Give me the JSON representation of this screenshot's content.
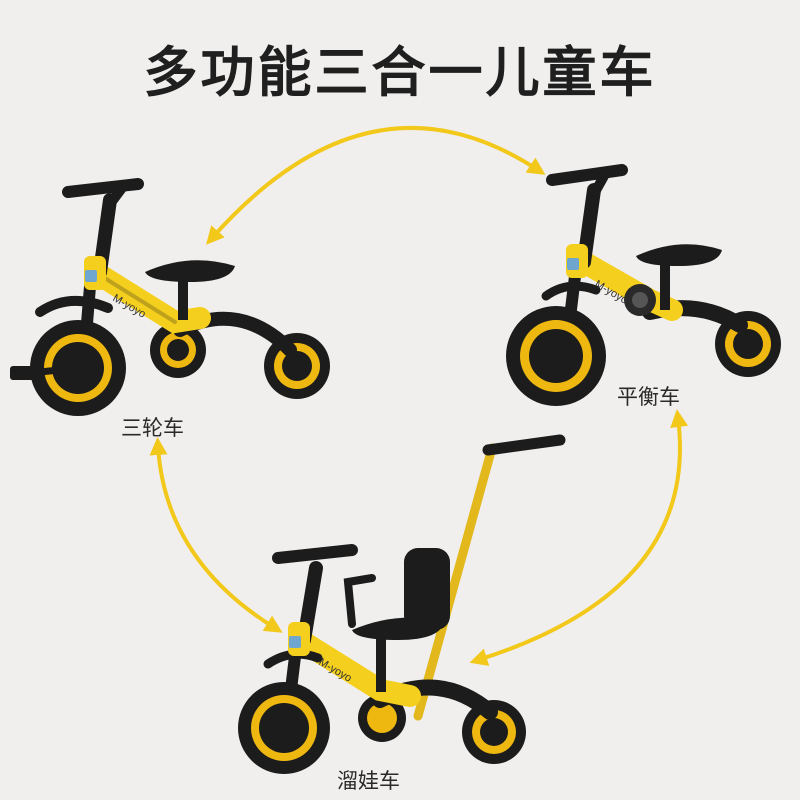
{
  "title": "多功能三合一儿童车",
  "modes": {
    "tricycle": {
      "label": "三轮车"
    },
    "balance": {
      "label": "平衡车"
    },
    "pushcar": {
      "label": "溜娃车"
    }
  },
  "brand": "M-yoyo",
  "colors": {
    "background": "#f0efed",
    "frame_yellow": "#f5cf1d",
    "arrow_yellow": "#f2c81a",
    "tire_black": "#1c1c1c",
    "rim_yellow": "#efb810",
    "text": "#1f1f1f"
  }
}
